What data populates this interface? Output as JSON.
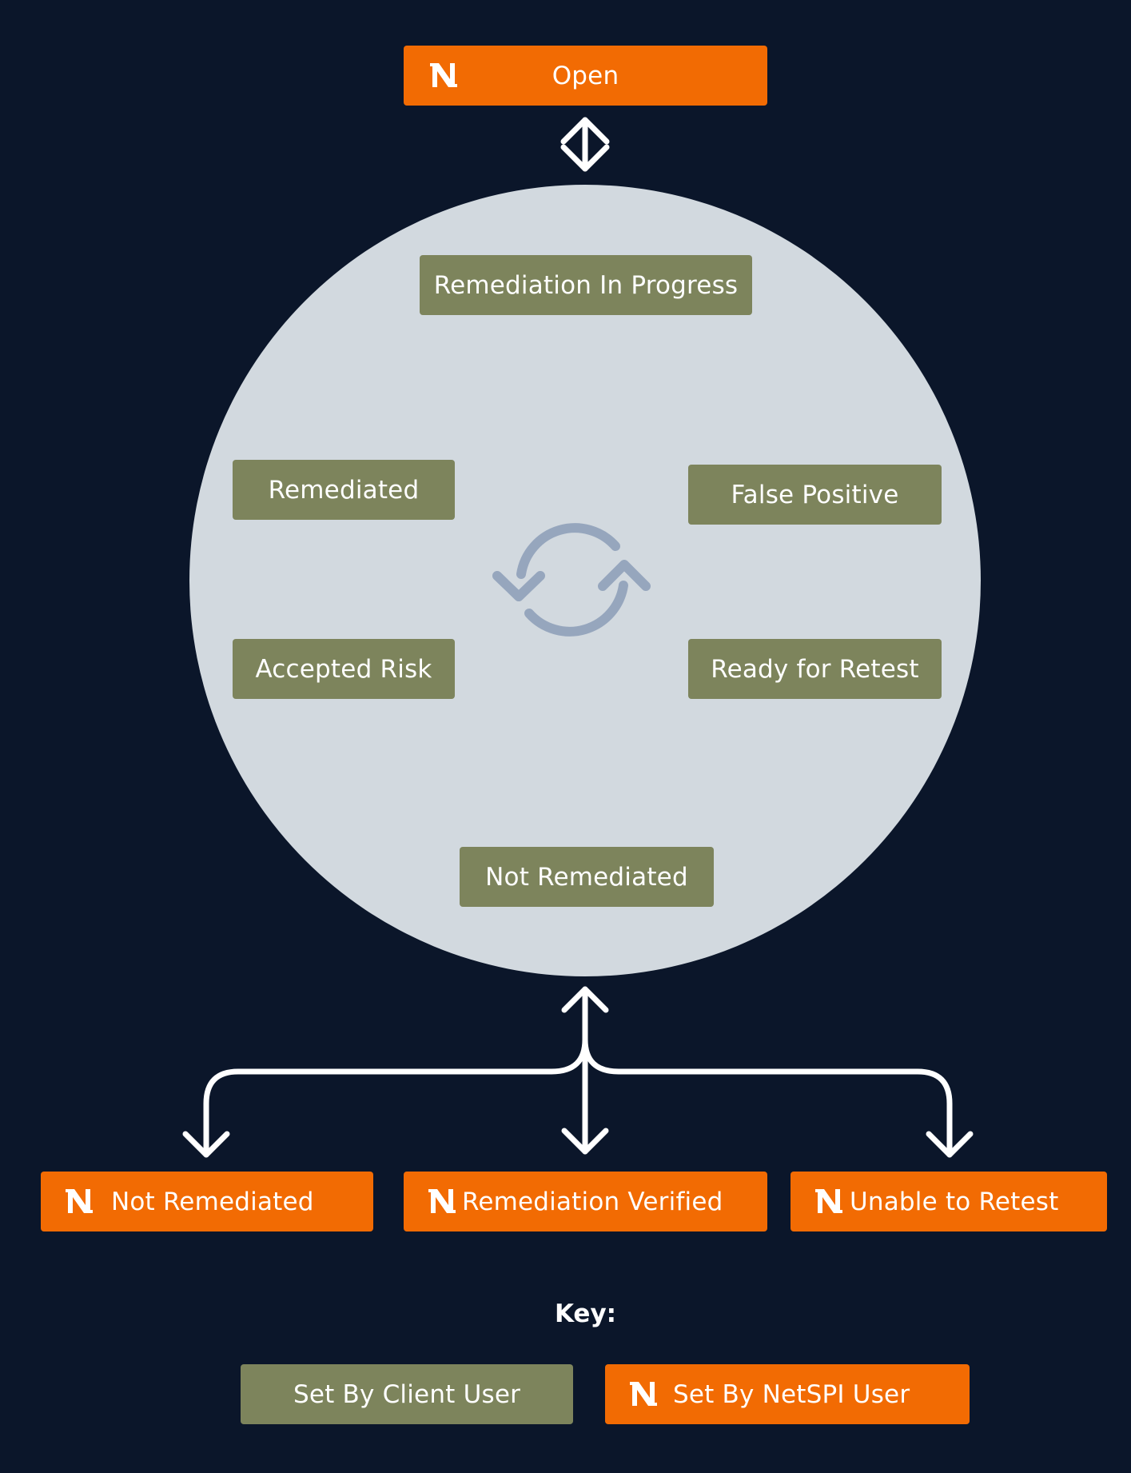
{
  "diagram": {
    "top_state": {
      "label": "Open",
      "set_by": "netspi",
      "icon": "netspi-logo-icon"
    },
    "cycle_states": [
      {
        "label": "Remediation In Progress",
        "set_by": "client"
      },
      {
        "label": "Remediated",
        "set_by": "client"
      },
      {
        "label": "False Positive",
        "set_by": "client"
      },
      {
        "label": "Accepted Risk",
        "set_by": "client"
      },
      {
        "label": "Ready for Retest",
        "set_by": "client"
      },
      {
        "label": "Not Remediated",
        "set_by": "client"
      }
    ],
    "cycle_icon": "refresh-cycle-icon",
    "outcome_states": [
      {
        "label": "Not Remediated",
        "set_by": "netspi",
        "icon": "netspi-logo-icon"
      },
      {
        "label": "Remediation Verified",
        "set_by": "netspi",
        "icon": "netspi-logo-icon"
      },
      {
        "label": "Unable to Retest",
        "set_by": "netspi",
        "icon": "netspi-logo-icon"
      }
    ],
    "key": {
      "title": "Key:",
      "client": {
        "label": "Set By Client User"
      },
      "netspi": {
        "label": "Set By NetSPI User",
        "icon": "netspi-logo-icon"
      }
    }
  },
  "colors": {
    "background": "#0b162a",
    "netspi_orange": "#f26b03",
    "client_olive": "#7d845c",
    "cycle_circle": "#d2d9df",
    "cycle_icon": "#96a6bd",
    "arrow": "#ffffff",
    "text": "#ffffff"
  }
}
